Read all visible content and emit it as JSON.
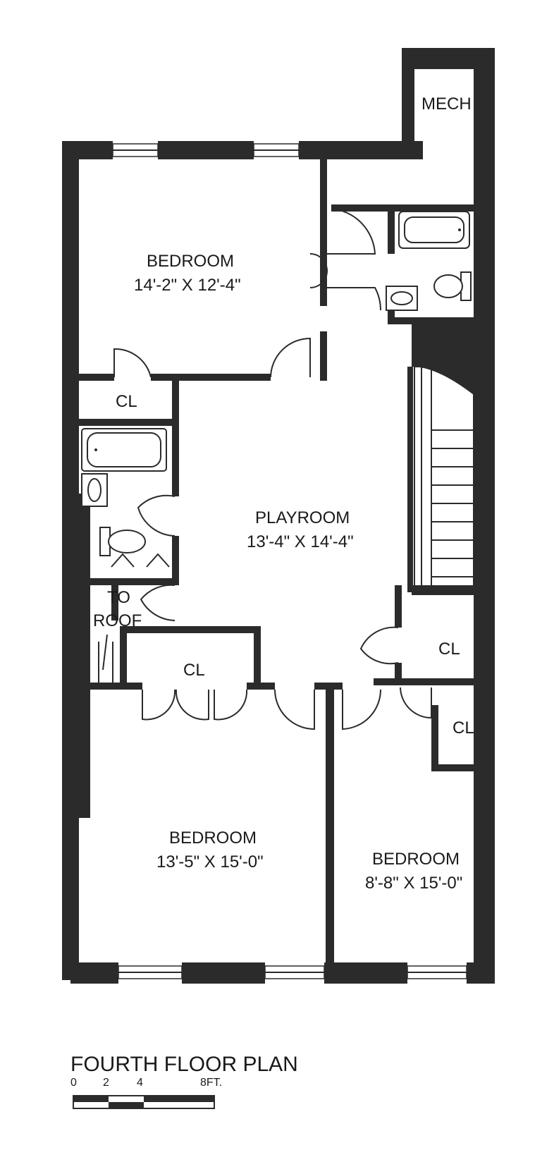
{
  "rooms": {
    "mech": "MECH",
    "bedroom_top": {
      "name": "BEDROOM",
      "size": "14'-2\"  X 12'-4\""
    },
    "playroom": {
      "name": "PLAYROOM",
      "size": "13'-4\"  X 14'-4\""
    },
    "bedroom_left": {
      "name": "BEDROOM",
      "size": "13'-5\"  X 15'-0\""
    },
    "bedroom_right": {
      "name": "BEDROOM",
      "size": "8'-8\"  X 15'-0\""
    }
  },
  "closets": {
    "upper_left": "CL",
    "middle_right": "CL",
    "center": "CL",
    "lower_right": "CL"
  },
  "to_roof": {
    "line1": "TO",
    "line2": "ROOF"
  },
  "title": "FOURTH  FLOOR PLAN",
  "scale": {
    "marks": [
      "0",
      "2",
      "4",
      "8FT."
    ]
  }
}
